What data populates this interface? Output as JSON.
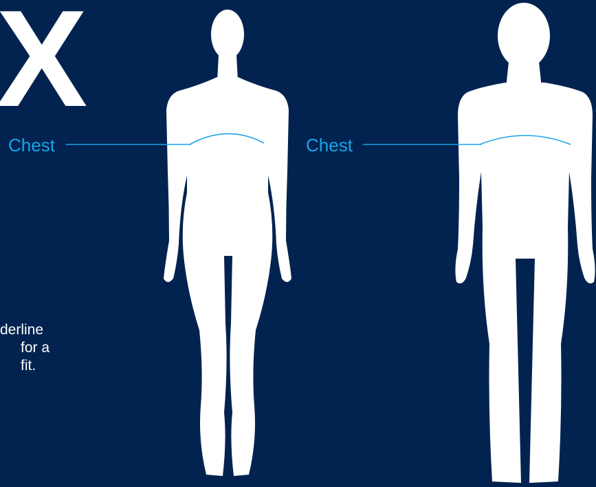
{
  "heading": {
    "letter": "X"
  },
  "labels": {
    "female_chest": "Chest",
    "male_chest": "Chest"
  },
  "note": {
    "lines": [
      "derline",
      "for a",
      "fit."
    ]
  },
  "colors": {
    "background": "#022350",
    "figure": "#ffffff",
    "accent": "#1aa3e8"
  }
}
